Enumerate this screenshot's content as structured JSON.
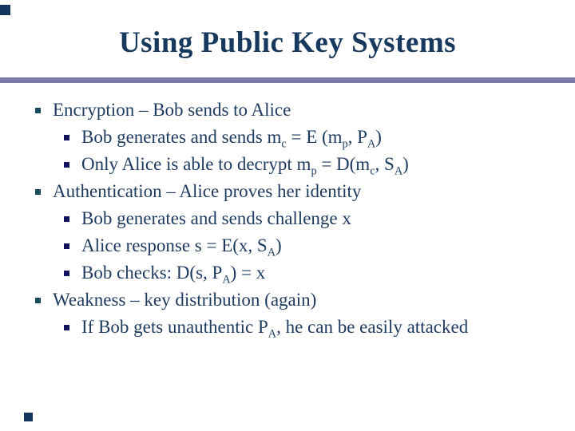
{
  "slide": {
    "title": "Using Public Key Systems",
    "colors": {
      "title_text": "#17395e",
      "body_text": "#1e3a5f",
      "rule": "#7b7aa8",
      "bullet_level1": "#174a5e",
      "bullet_level2": "#10115f",
      "corner_mark": "#14355c",
      "background": "#ffffff"
    },
    "decorations": {
      "corner_mark_top": "square-bullet-icon",
      "corner_mark_bottom": "square-bullet-icon",
      "title_underline": "horizontal-rule"
    },
    "bullets": [
      {
        "level": 1,
        "segments": [
          {
            "t": "Encryption – Bob sends to Alice"
          }
        ]
      },
      {
        "level": 2,
        "segments": [
          {
            "t": "Bob generates and sends m"
          },
          {
            "sub": "c"
          },
          {
            "t": " = E (m"
          },
          {
            "sub": "p"
          },
          {
            "t": ", P"
          },
          {
            "sub": "A"
          },
          {
            "t": ")"
          }
        ]
      },
      {
        "level": 2,
        "segments": [
          {
            "t": "Only Alice is able to decrypt m"
          },
          {
            "sub": "p"
          },
          {
            "t": " = D(m"
          },
          {
            "sub": "c"
          },
          {
            "t": ", S"
          },
          {
            "sub": "A"
          },
          {
            "t": ")"
          }
        ]
      },
      {
        "level": 1,
        "segments": [
          {
            "t": "Authentication – Alice proves her identity"
          }
        ]
      },
      {
        "level": 2,
        "segments": [
          {
            "t": "Bob generates and sends challenge x"
          }
        ]
      },
      {
        "level": 2,
        "segments": [
          {
            "t": "Alice response s = E(x, S"
          },
          {
            "sub": "A"
          },
          {
            "t": ")"
          }
        ]
      },
      {
        "level": 2,
        "segments": [
          {
            "t": "Bob checks: D(s, P"
          },
          {
            "sub": "A"
          },
          {
            "t": ") = x"
          }
        ]
      },
      {
        "level": 1,
        "segments": [
          {
            "t": "Weakness – key distribution (again)"
          }
        ]
      },
      {
        "level": 2,
        "segments": [
          {
            "t": "If Bob gets unauthentic P"
          },
          {
            "sub": "A"
          },
          {
            "t": ", he can be easily attacked"
          }
        ]
      }
    ]
  }
}
